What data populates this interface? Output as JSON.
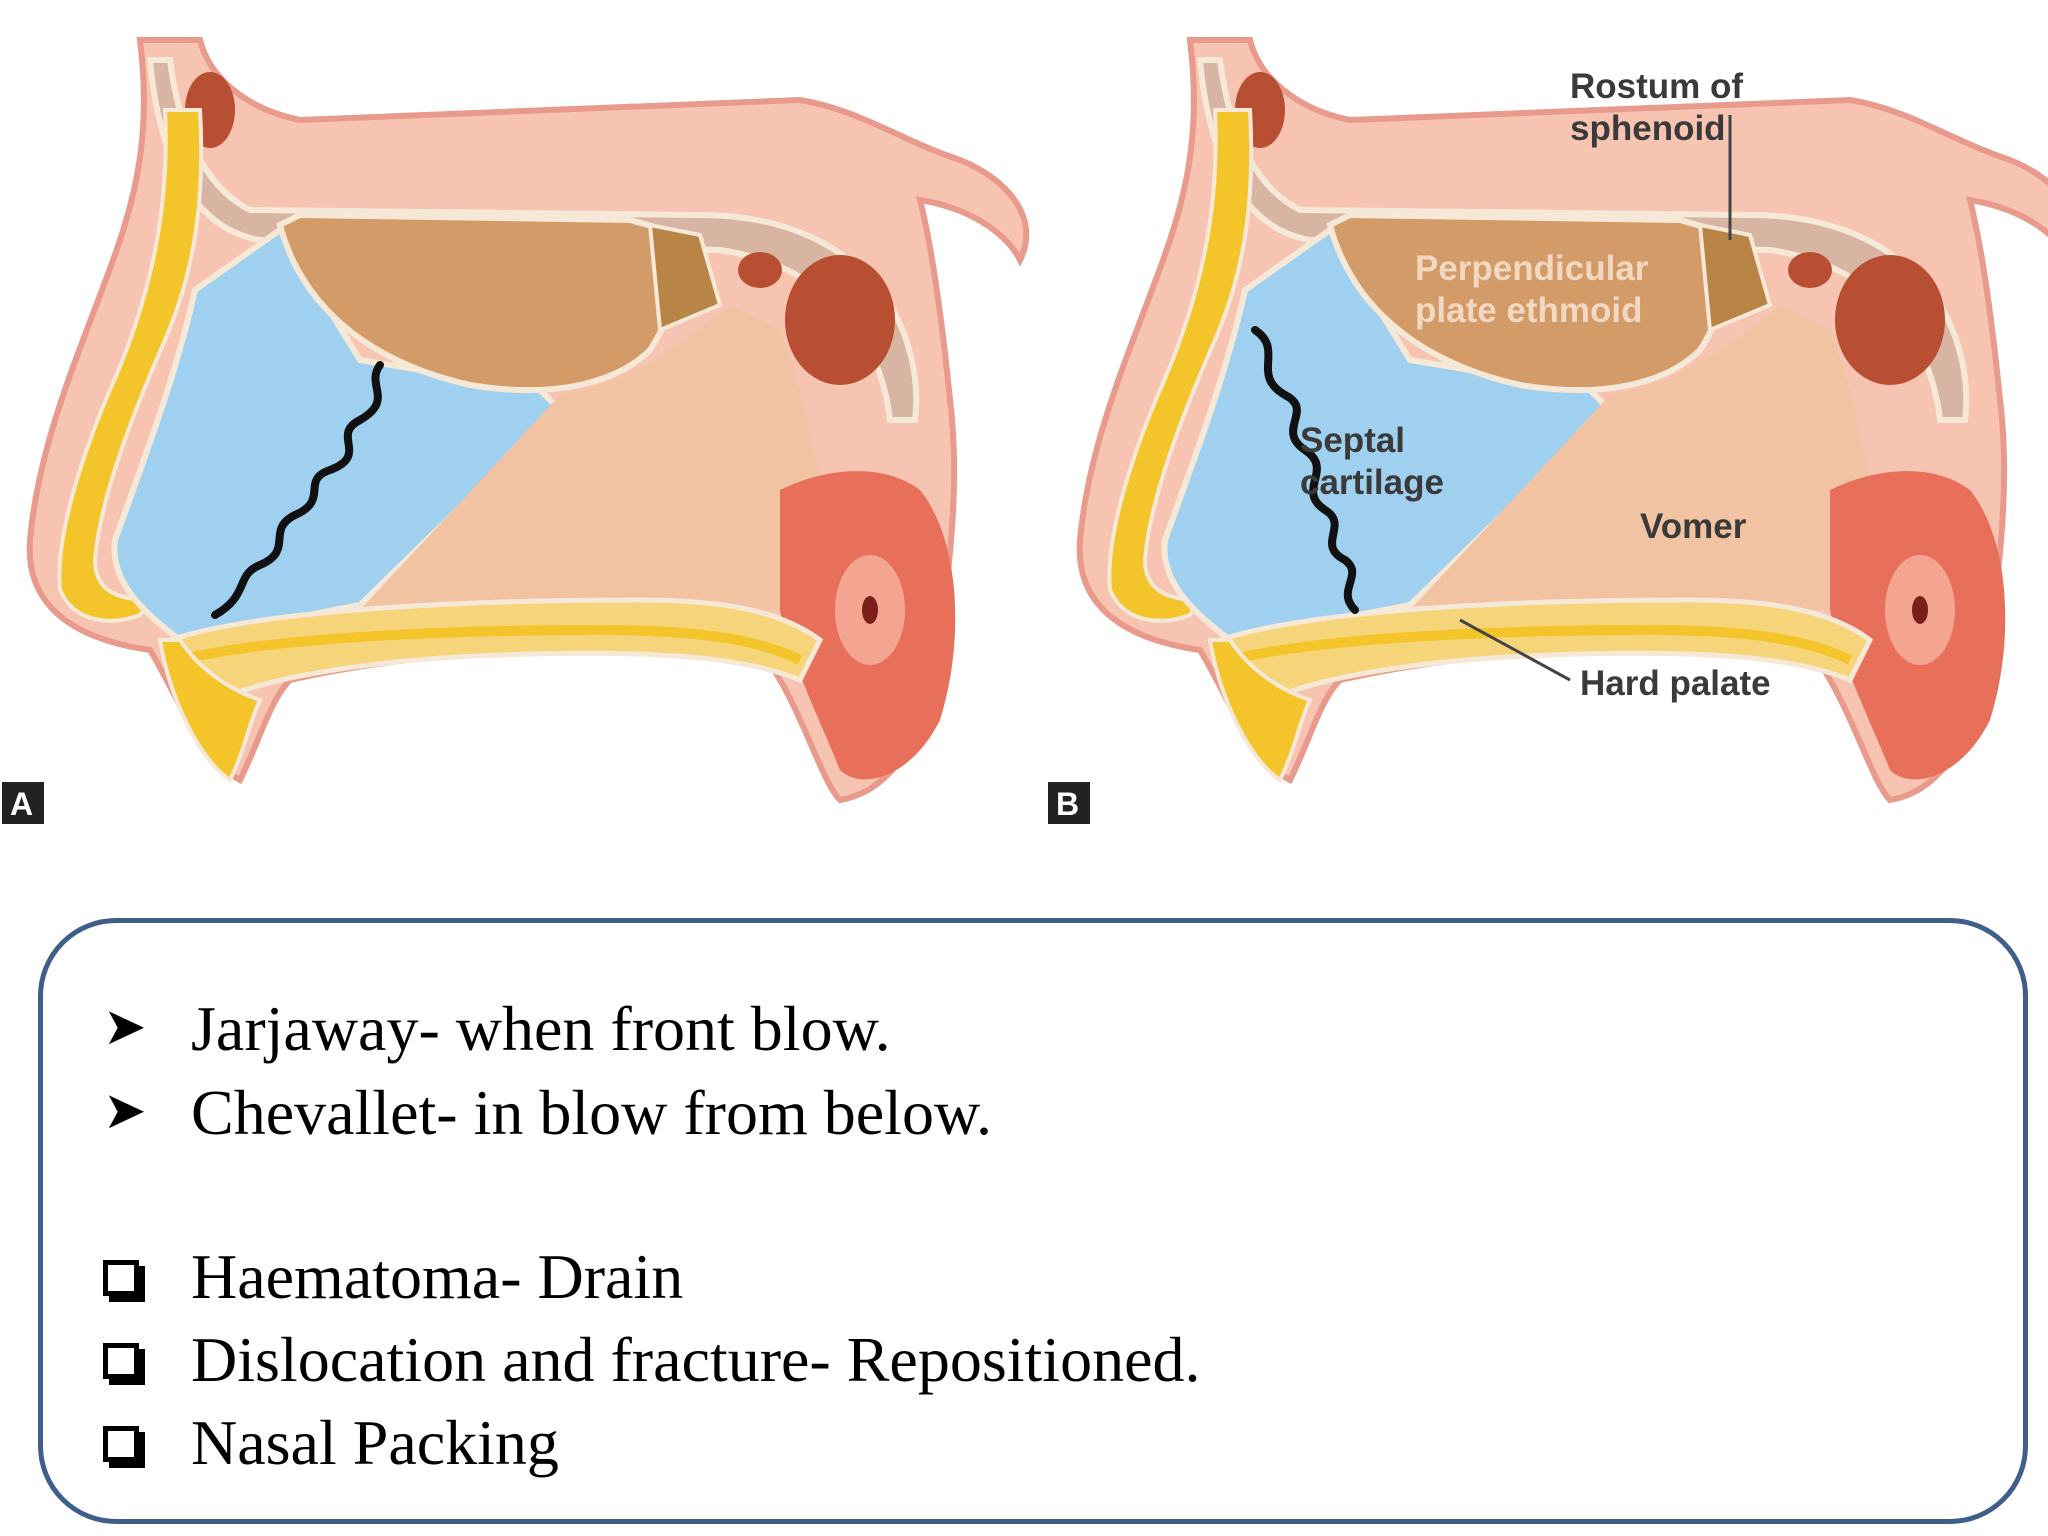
{
  "figure": {
    "panel_a_tag": "A",
    "panel_b_tag": "B",
    "labels": {
      "rostrum_line1": "Rostum of",
      "rostrum_line2": "sphenoid",
      "perp_line1": "Perpendicular",
      "perp_line2": "plate ethmoid",
      "septal_line1": "Septal",
      "septal_line2": "cartilage",
      "vomer": "Vomer",
      "hard_palate": "Hard palate"
    },
    "colors": {
      "cartilage": "#9fd0ef",
      "ethmoid": "#d39b67",
      "vomer": "#f2c3a2",
      "bone": "#d9b9a8",
      "skin": "#f7b7a3",
      "palate_yellow": "#f5d12a",
      "fracture": "#111111"
    }
  },
  "notes": {
    "arrows": [
      "Jarjaway- when front blow.",
      "Chevallet- in blow from below."
    ],
    "boxes": [
      "Haematoma- Drain",
      "Dislocation and fracture- Repositioned.",
      "Nasal Packing"
    ]
  }
}
